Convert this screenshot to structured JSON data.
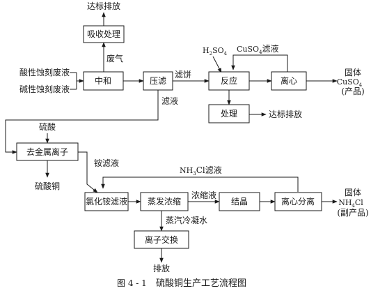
{
  "boxes": {
    "absorb": "吸收处理",
    "neutralize": "中和",
    "press": "压滤",
    "react": "反应",
    "centrifuge": "离心",
    "treat": "处理",
    "remove_metal": "去金属离子",
    "ammonium_chloride": "氯化铵滤液",
    "evaporate": "蒸发浓缩",
    "crystallize": "结晶",
    "centrifuge_separate": "离心分离",
    "ion_exchange": "离子交换"
  },
  "labels": {
    "discharge_top": "达标排放",
    "waste_gas": "废气",
    "acid_waste": "酸性蚀刻废液",
    "alkaline_waste": "碱性蚀刻废液",
    "filter_cake": "滤饼",
    "h2so4_base": "H",
    "h2so4_sub2": "2",
    "h2so4_so": "SO",
    "h2so4_sub4": "4",
    "cuso4_base": "CuSO",
    "cuso4_sub": "4",
    "cuso4_filtrate_suffix": "滤液",
    "solid_cu_1": "固体",
    "solid_cu_2_base": "CuSO",
    "solid_cu_2_sub": "4",
    "solid_cu_3": "(产品)",
    "discharge_mid": "达标排放",
    "filtrate": "滤液",
    "sulfuric_acid": "硫酸",
    "ammonium_filtrate": "铵滤液",
    "copper_sulfate": "硫酸铜",
    "nh3cl_base": "NH",
    "nh3cl_sub": "3",
    "nh3cl_rest": "Cl滤液",
    "concentrate": "浓缩液",
    "solid_nh_1": "固体",
    "solid_nh_2_base": "NH",
    "solid_nh_2_sub": "4",
    "solid_nh_2_rest": "Cl",
    "solid_nh_3": "(副产品)",
    "steam_condensate": "蒸汽冷凝水",
    "discharge_bottom": "排放"
  },
  "caption": {
    "number": "图 4 - 1",
    "title": "硫酸铜生产工艺流程图"
  }
}
